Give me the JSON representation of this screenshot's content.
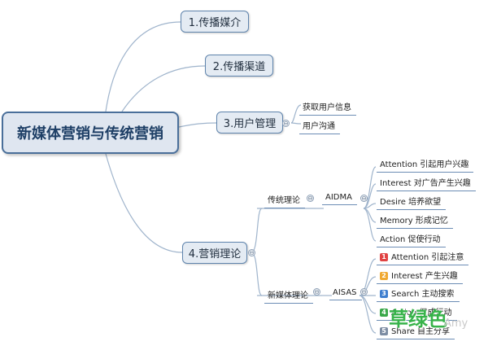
{
  "root": {
    "label": "新媒体营销与传统营销"
  },
  "branches": {
    "b1": "1.传播媒介",
    "b2": "2.传播渠道",
    "b3": "3.用户管理",
    "b4": "4.营销理论"
  },
  "user_mgmt": [
    "获取用户信息",
    "用户沟通"
  ],
  "theory": {
    "traditional": {
      "label": "传统理论",
      "model": "AIDMA",
      "items": [
        "Attention 引起用户兴趣",
        "Interest 对广告产生兴趣",
        "Desire 培养欲望",
        "Memory 形成记忆",
        "Action 促使行动"
      ]
    },
    "new_media": {
      "label": "新媒体理论",
      "model": "AISAS",
      "items": [
        {
          "num": "1",
          "text": "Attention 引起注意"
        },
        {
          "num": "2",
          "text": "Interest 产生兴趣"
        },
        {
          "num": "3",
          "text": "Search 主动搜索"
        },
        {
          "num": "4",
          "text": "Action 促成行动"
        },
        {
          "num": "5",
          "text": "Share 自主分享"
        }
      ]
    }
  },
  "badge_colors": [
    "#e04343",
    "#f0a830",
    "#3f7fcf",
    "#3aa84a",
    "#7d8da3"
  ],
  "collapse_symbol": "⊖",
  "watermark": {
    "cn": "草绿色",
    "en": "Amy"
  }
}
